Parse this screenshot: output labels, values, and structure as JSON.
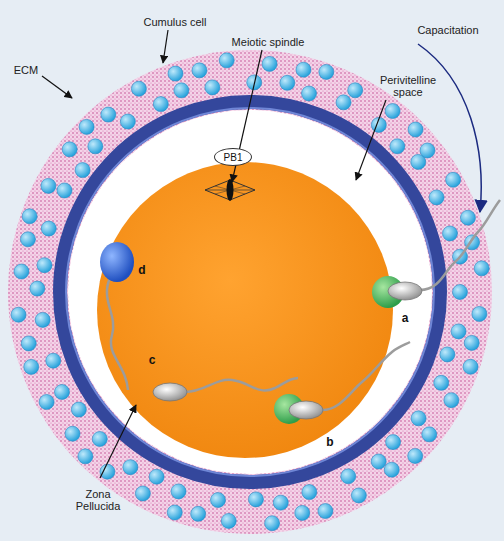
{
  "diagram": {
    "nodes": [
      {
        "text": [
          "PB1"
        ]
      }
    ],
    "labels": [
      "Cumulus cell",
      "Capacitation",
      "ECM",
      "Meiotic spindle",
      "Perivitelline space",
      "a",
      "b",
      "c",
      "d",
      "Zona Pellucida"
    ]
  }
}
